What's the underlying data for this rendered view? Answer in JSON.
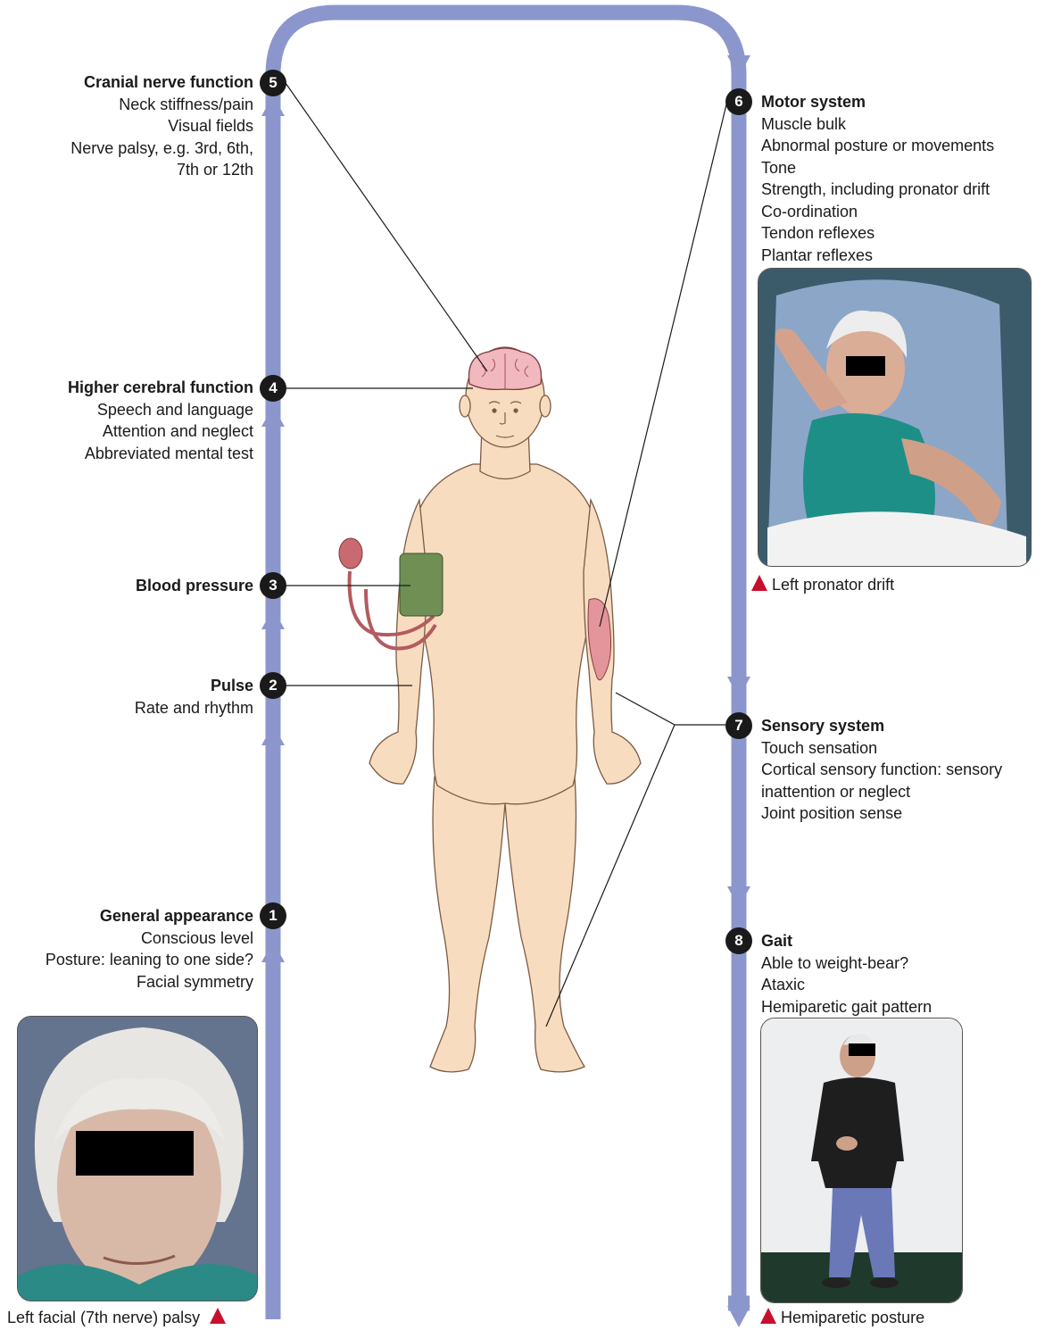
{
  "colors": {
    "arrow": "#8b97cc",
    "badge": "#1a1a1a",
    "marker": "#c8102e",
    "skin": "#f8dcbf",
    "brain": "#f2b8c0",
    "cuff": "#6f8f55"
  },
  "steps": [
    {
      "num": "1",
      "title": "General appearance",
      "lines": [
        "Conscious level",
        "Posture: leaning to one side?",
        "Facial symmetry"
      ]
    },
    {
      "num": "2",
      "title": "Pulse",
      "lines": [
        "Rate and rhythm"
      ]
    },
    {
      "num": "3",
      "title": "Blood pressure",
      "lines": []
    },
    {
      "num": "4",
      "title": "Higher cerebral function",
      "lines": [
        "Speech and language",
        "Attention and neglect",
        "Abbreviated mental test"
      ]
    },
    {
      "num": "5",
      "title": "Cranial nerve function",
      "lines": [
        "Neck stiffness/pain",
        "Visual fields",
        "Nerve palsy, e.g. 3rd, 6th,",
        "7th or 12th"
      ]
    },
    {
      "num": "6",
      "title": "Motor system",
      "lines": [
        "Muscle bulk",
        "Abnormal posture or movements",
        "Tone",
        "Strength, including pronator drift",
        "Co-ordination",
        "Tendon reflexes",
        "Plantar reflexes"
      ]
    },
    {
      "num": "7",
      "title": "Sensory system",
      "lines": [
        "Touch sensation",
        "Cortical sensory function: sensory",
        "inattention or neglect",
        "Joint position sense"
      ]
    },
    {
      "num": "8",
      "title": "Gait",
      "lines": [
        "Able to weight-bear?",
        "Ataxic",
        "Hemiparetic gait pattern"
      ]
    }
  ],
  "photos": [
    {
      "caption": "Left facial (7th nerve) palsy",
      "icon": "red-triangle-marker"
    },
    {
      "caption": "Left pronator drift",
      "icon": "red-triangle-marker"
    },
    {
      "caption": "Hemiparetic posture",
      "icon": "red-triangle-marker"
    }
  ]
}
